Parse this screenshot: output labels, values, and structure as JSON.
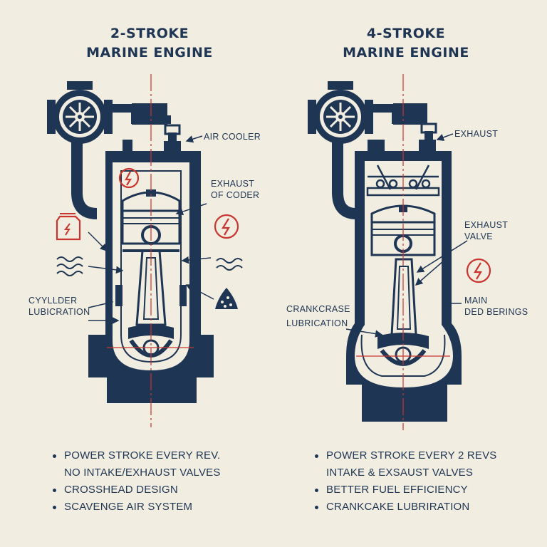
{
  "left": {
    "title": [
      "2-STROKE",
      "MARINE ENGINE"
    ],
    "labels": {
      "air_cooler": "AIR COOLER",
      "exhaust": [
        "EXHAUST",
        "OF CODER"
      ],
      "cylinder_lub": [
        "CYYLLDER",
        "LUBICRATION"
      ]
    },
    "bullets": [
      "POWER STROKE EVERY REV.",
      "NO INTAKE/EXHAUST VALVES",
      "CROSSHEAD DESIGN",
      "SCAVENGE AIR SYSTEM"
    ]
  },
  "right": {
    "title": [
      "4-STROKE",
      "MARINE ENGINE"
    ],
    "labels": {
      "exhaust": "EXHAUST",
      "exhaust_valve": [
        "EXHAUST",
        "VALVE"
      ],
      "main_bearings": [
        "MAIN",
        "DED BERINGS"
      ],
      "crankcase_lub": [
        "CRANKCRASE",
        "LUBRICATION"
      ]
    },
    "bullets": [
      "POWER STROKE EVERY 2 REVS",
      "INTAKE & EXSAUST VALVES",
      "BETTER FUEL EFFICIENCY",
      "CRANKCAKE LUBRIRATION"
    ]
  },
  "colors": {
    "navy": "#1f3554",
    "red": "#c9352f",
    "background": "#f2ede1"
  }
}
